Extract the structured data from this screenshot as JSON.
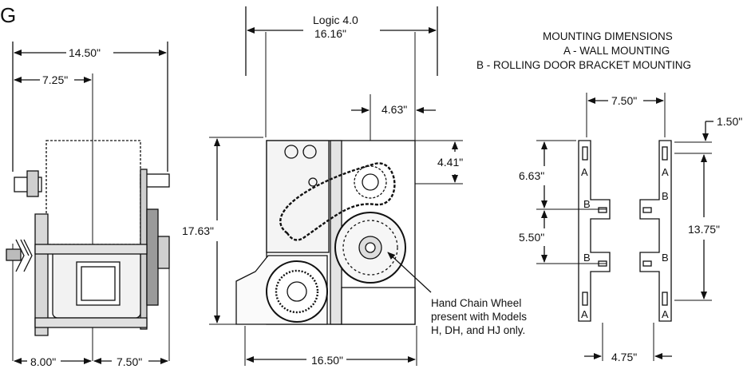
{
  "figure_letter": "G",
  "side_view": {
    "dim_overall_width": "14.50\"",
    "dim_half_width": "7.25\"",
    "dim_bottom_left": "8.00\"",
    "dim_bottom_right": "7.50\""
  },
  "front_view": {
    "model_name": "Logic 4.0",
    "dim_top_width": "16.16\"",
    "dim_sprocket_offset": "4.63\"",
    "dim_sprocket_drop": "4.41\"",
    "dim_height": "17.63\"",
    "dim_bottom_width": "16.50\"",
    "hand_chain_note": [
      "Hand Chain Wheel",
      "present with Models",
      "H, DH, and HJ only."
    ]
  },
  "mounting": {
    "title": "MOUNTING DIMENSIONS",
    "line_a": "A - WALL MOUNTING",
    "line_b": "B - ROLLING DOOR BRACKET MOUNTING",
    "dim_bracket_spacing": "7.50\"",
    "dim_top_offset": "1.50\"",
    "dim_a_to_b": "6.63\"",
    "dim_b_to_b": "5.50\"",
    "dim_right_span": "13.75\"",
    "dim_bottom_spacing": "4.75\"",
    "slot_label_a": "A",
    "slot_label_b": "B"
  }
}
